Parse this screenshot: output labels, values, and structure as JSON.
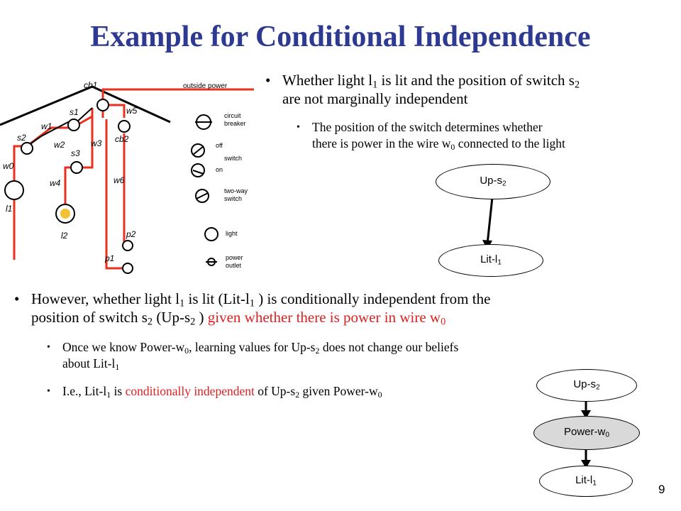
{
  "title": "Example for Conditional Independence",
  "bullet1": {
    "part1": "Whether light l",
    "sub1": "1",
    "part2": " is lit and the position of switch s",
    "sub2": "2",
    "line2": "are not marginally independent"
  },
  "sub1": {
    "line1": "The position of the switch determines whether",
    "line2a": "there is power in the wire w",
    "line2sub": "0",
    "line2b": " connected to the light"
  },
  "graph1": {
    "node_top": {
      "text": "Up-s",
      "sub": "2"
    },
    "node_bottom": {
      "text": "Lit-l",
      "sub": "1"
    }
  },
  "bullet2": {
    "a": "However, whether light l",
    "a_sub": "1",
    "b": " is lit (Lit-l",
    "b_sub": "1",
    "c": " ) is conditionally independent from the",
    "d": "position of switch s",
    "d_sub": "2",
    "e": " (Up-s",
    "e_sub": "2",
    "f": " )",
    "g_red": " given whether there is power in wire w",
    "g_sub": "0"
  },
  "sub2": {
    "a": "Once we know Power-w",
    "a_sub": "0",
    "b": ",  learning values for Up-s",
    "b_sub": "2",
    "c": "  does  not change our beliefs",
    "d": "about Lit-l",
    "d_sub": "1"
  },
  "sub3": {
    "a": "I.e., Lit-l",
    "a_sub": "1",
    "b": "  is ",
    "c_red": "conditionally  independent",
    "d": " of Up-s",
    "d_sub": "2",
    "e": "  given Power-w",
    "e_sub": "0"
  },
  "graph2": {
    "node_top": {
      "text": "Up-s",
      "sub": "2"
    },
    "node_mid": {
      "text": "Power-w",
      "sub": "0"
    },
    "node_bottom": {
      "text": "Lit-l",
      "sub": "1"
    }
  },
  "circuit": {
    "outside_power": "outside power",
    "labels": {
      "cb1": "cb1",
      "w5": "w5",
      "s1": "s1",
      "w1": "w1",
      "s2": "s2",
      "w2": "w2",
      "w0": "w0",
      "w3": "w3",
      "cb2": "cb2",
      "s3": "s3",
      "w4": "w4",
      "w6": "w6",
      "l1": "l1",
      "l2": "l2",
      "p2": "p2",
      "p1": "p1"
    },
    "legend": {
      "circuit_breaker": [
        "circuit",
        "breaker"
      ],
      "off": "off",
      "switch": "switch",
      "on": "on",
      "two_way_switch": [
        "two-way",
        "switch"
      ],
      "light": "light",
      "power_outlet": [
        "power",
        "outlet"
      ]
    }
  },
  "page_number": "9",
  "colors": {
    "title": "#2e3a92",
    "red_text": "#e02020",
    "wire_red": "#e8321f"
  }
}
